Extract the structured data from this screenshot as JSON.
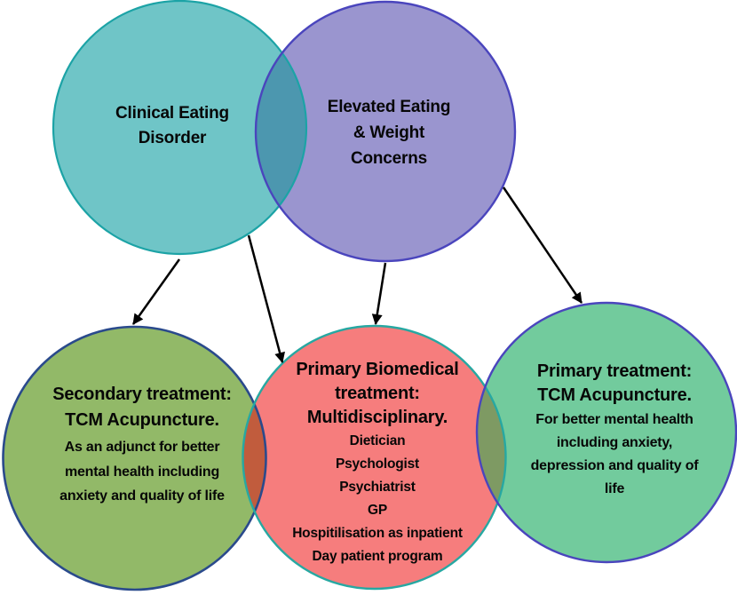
{
  "circles": {
    "clinical": {
      "lines": [
        "Clinical Eating",
        "Disorder"
      ],
      "fill": "#6FC5C7",
      "border": "#1CA3A6"
    },
    "elevated": {
      "lines": [
        "Elevated Eating",
        "& Weight",
        "Concerns"
      ],
      "fill": "#9A95CF",
      "border": "#4A45BD"
    },
    "secondary": {
      "title_lines": [
        "Secondary treatment:",
        "TCM Acupuncture."
      ],
      "body_lines": [
        "As an adjunct for better",
        "mental health including",
        "anxiety and  quality of life"
      ],
      "fill": "#92B968",
      "border": "#2A4A8C"
    },
    "biomedical": {
      "title_lines": [
        "Primary Biomedical",
        "treatment:",
        "Multidisciplinary."
      ],
      "items": [
        "Dietician",
        "Psychologist",
        "Psychiatrist",
        "GP",
        "Hospitilisation as inpatient",
        "Day patient program"
      ],
      "fill": "#F67D7D",
      "border": "#27A8A2"
    },
    "primary": {
      "title_lines": [
        "Primary treatment:",
        "TCM Acupuncture."
      ],
      "body_lines": [
        "For better mental health",
        "including anxiety,",
        "depression and quality of",
        "life"
      ],
      "fill": "#72CB9D",
      "border": "#4A45BD"
    }
  },
  "overlaps": {
    "clinical_elevated": "#4C97AF",
    "secondary_biomedical": "#C15C3D",
    "biomedical_primary": "#7E9A63"
  },
  "arrows": [
    {
      "from": "clinical",
      "to": "secondary"
    },
    {
      "from": "clinical",
      "to": "biomedical"
    },
    {
      "from": "elevated",
      "to": "biomedical"
    },
    {
      "from": "elevated",
      "to": "primary"
    }
  ],
  "arrow_color": "#000000"
}
